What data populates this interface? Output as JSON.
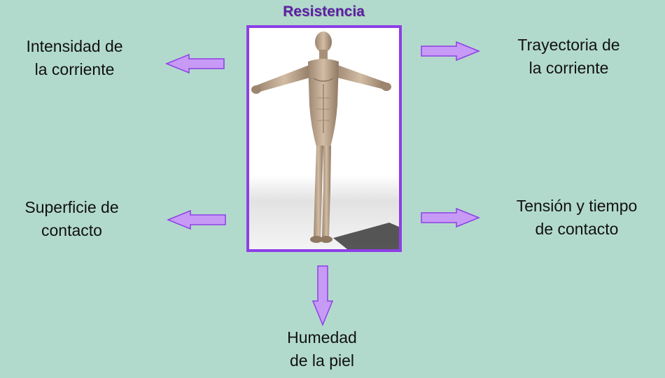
{
  "title": "Resistencia",
  "factors": {
    "top_left": [
      "Intensidad de",
      "la corriente"
    ],
    "top_right": [
      "Trayectoria de",
      "la corriente"
    ],
    "bottom_left": [
      "Superficie de",
      "contacto"
    ],
    "bottom_right": [
      "Tensión y tiempo",
      "de contacto"
    ],
    "bottom": [
      "Humedad",
      "de la piel"
    ]
  },
  "colors": {
    "background": "#b2dacc",
    "frame": "#8d3fe6",
    "title": "#5b1fa6",
    "arrow_fill": "#c79af5",
    "arrow_stroke": "#8d3fe6"
  },
  "icons": {
    "figure": "human-body-figure",
    "arrow": "block-arrow"
  }
}
